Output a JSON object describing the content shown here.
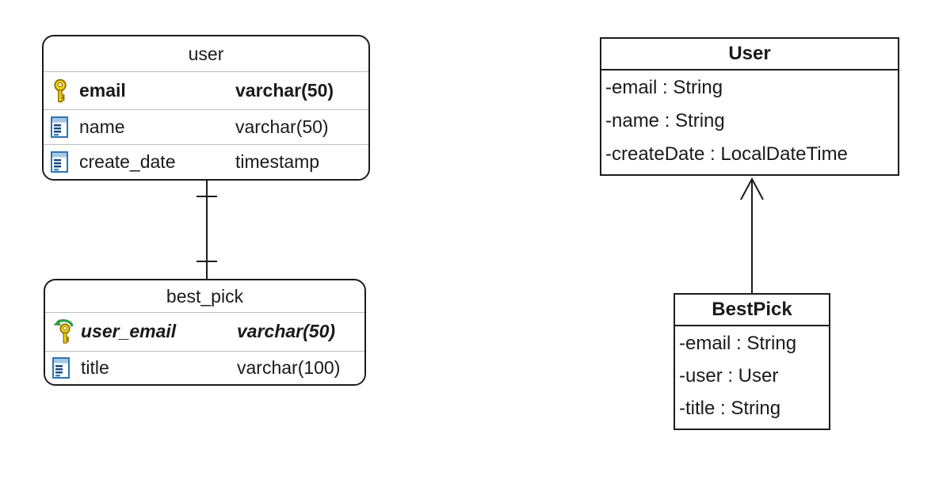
{
  "er": {
    "tables": [
      {
        "name": "user",
        "columns": [
          {
            "icon": "primary-key-icon",
            "name": "email",
            "type": "varchar(50)",
            "key": "primary"
          },
          {
            "icon": "column-icon",
            "name": "name",
            "type": "varchar(50)",
            "key": "none"
          },
          {
            "icon": "column-icon",
            "name": "create_date",
            "type": "timestamp",
            "key": "none"
          }
        ]
      },
      {
        "name": "best_pick",
        "columns": [
          {
            "icon": "foreign-key-icon",
            "name": "user_email",
            "type": "varchar(50)",
            "key": "foreign"
          },
          {
            "icon": "column-icon",
            "name": "title",
            "type": "varchar(100)",
            "key": "none"
          }
        ]
      }
    ],
    "relationship": {
      "from": "user",
      "to": "best_pick",
      "cardinality": "one-to-one"
    }
  },
  "uml": {
    "classes": [
      {
        "name": "User",
        "attributes": [
          "-email : String",
          "-name : String",
          "-createDate : LocalDateTime"
        ]
      },
      {
        "name": "BestPick",
        "attributes": [
          "-email : String",
          "-user : User",
          "-title : String"
        ]
      }
    ],
    "relationship": {
      "from": "BestPick",
      "to": "User",
      "type": "directed-association"
    }
  },
  "colors": {
    "border": "#1c1c1c",
    "divider": "#bdbdbd",
    "key_gold": "#f2d01d",
    "key_outline": "#8a7100",
    "fk_arrow_green": "#2f9e41",
    "column_blue": "#2e74b5",
    "background": "#ffffff"
  }
}
